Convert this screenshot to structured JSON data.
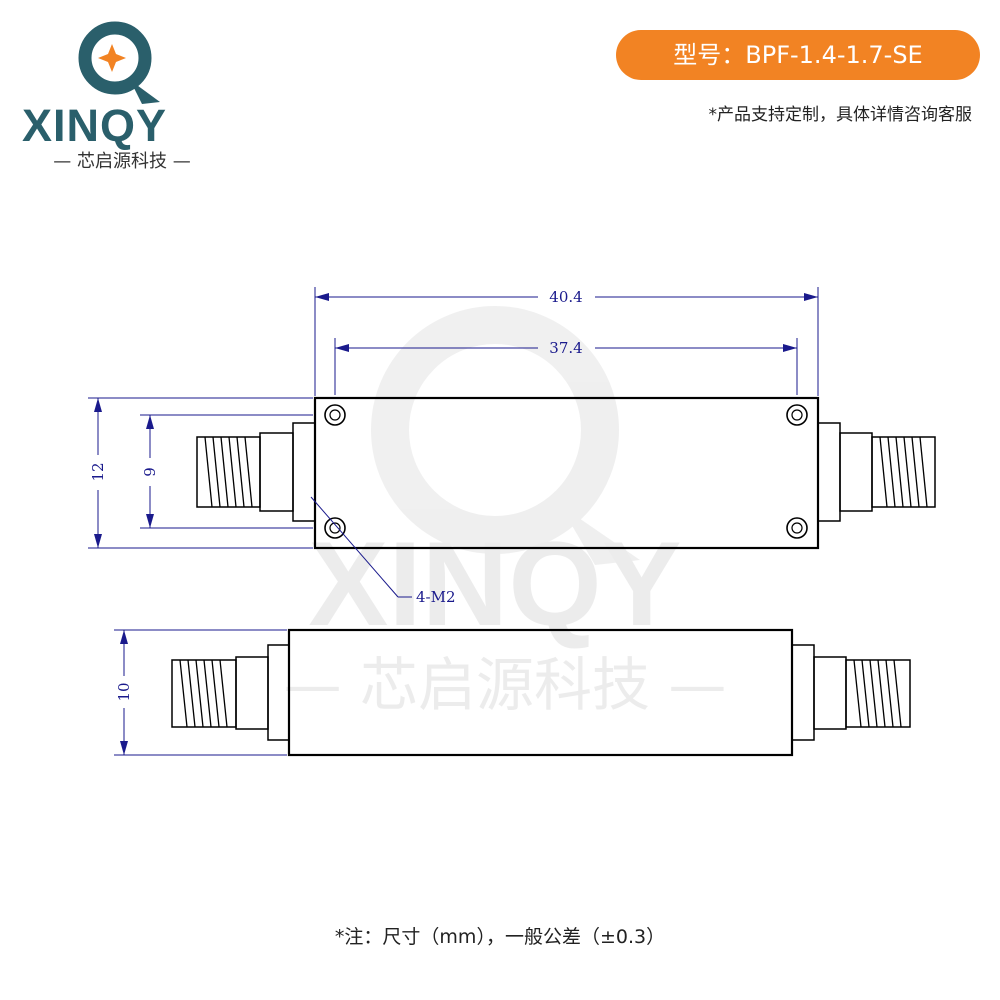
{
  "brand": {
    "name": "XINQY",
    "subtitle": "— 芯启源科技 —",
    "logo_letter": "Q"
  },
  "header": {
    "model_label": "型号：BPF-1.4-1.7-SE",
    "custom_note": "*产品支持定制，具体详情咨询客服"
  },
  "drawing": {
    "dim_overall_length": "40.4",
    "dim_hole_spacing_length": "37.4",
    "dim_overall_width": "12",
    "dim_hole_spacing_width": "9",
    "dim_height": "10",
    "hole_callout": "4-M2"
  },
  "watermark": {
    "text": "XINQY",
    "subtitle": "— 芯启源科技 —"
  },
  "footer": {
    "note": "*注：尺寸（mm），一般公差（±0.3）"
  },
  "colors": {
    "brand_teal": "#2a5f6b",
    "accent_orange": "#f28323",
    "dimension_blue": "#1a1a8c"
  }
}
